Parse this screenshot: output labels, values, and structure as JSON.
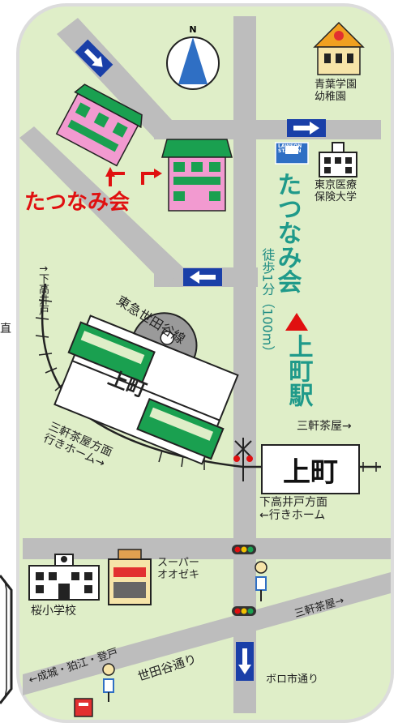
{
  "colors": {
    "background": "#dfeec8",
    "road": "#bdbdbd",
    "railway": "#222222",
    "accent_teal": "#1a8a82",
    "accent_red": "#e01010",
    "arrow_blue": "#1a3fa8"
  },
  "compass": {
    "label": "N"
  },
  "labels": {
    "kindergarten": "青葉学園\n幼稚園",
    "university": "東京医療\n保険大学",
    "lawson": "LAWSON\nSTATION",
    "venue_red": "たつなみ会",
    "venue_vertical": "たつなみ会",
    "walk": "徒歩1分（100m）",
    "station_vertical": "上町駅",
    "rail_line": "東急世田谷線",
    "train_left": "上町",
    "station_box": "上町",
    "to_sangenjaya_top": "三軒茶屋→",
    "to_shimotakaido_up": "↑下高井戸",
    "platform_sangenjaya": "三軒茶屋方面\n行きホーム→",
    "platform_shimotakaido": "下高井戸方面\n←行きホーム",
    "super": "スーパー\nオオゼキ",
    "school": "桜小学校",
    "to_sangenjaya_road": "三軒茶屋→",
    "to_seijo": "←成城・狛江・登戸",
    "setagaya_street": "世田谷通り",
    "boroichi_street": "ボロ市通り",
    "edge_fragment": "直"
  }
}
